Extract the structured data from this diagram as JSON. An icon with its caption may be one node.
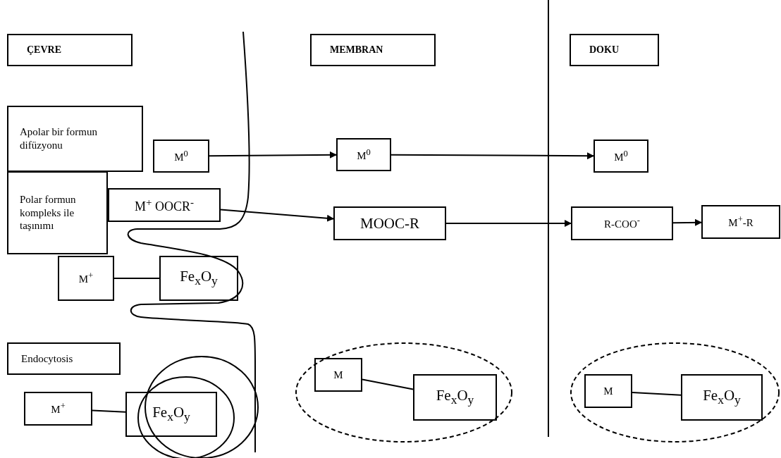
{
  "diagram": {
    "nodes": [
      {
        "text": [
          "ÇEVRE"
        ]
      },
      {
        "text": [
          "MEMBRAN"
        ]
      },
      {
        "text": [
          "DOKU"
        ]
      },
      {
        "text": [
          "Apolar bir formun difüzyonu"
        ]
      },
      {
        "text": [
          "M$^{0}$"
        ]
      },
      {
        "text": [
          "M$^{0}$"
        ]
      },
      {
        "text": [
          "M$^{0}$"
        ]
      },
      {
        "text": [
          "Polar formun kompleks ile taşınımı"
        ]
      },
      {
        "text": [
          "M$^{+}$ OOCR$^{-}$"
        ]
      },
      {
        "text": [
          "MOOC-R"
        ]
      },
      {
        "text": [
          "R-COO$^{-}$"
        ]
      },
      {
        "text": [
          "M$^{+}$-R"
        ]
      },
      {
        "text": [
          "M$^{+}$"
        ]
      },
      {
        "text": [
          "Fe$_{x}$O$_{y}$"
        ]
      },
      {
        "text": [
          "Endocytosis"
        ]
      },
      {
        "text": [
          "M$^{+}$"
        ]
      },
      {
        "text": [
          "Fe$_{x}$O$_{y}$"
        ]
      },
      {
        "text": [],
        "shape": "ellipse"
      },
      {
        "text": [
          "M"
        ],
        "in": 17
      },
      {
        "text": [
          "Fe$_{x}$O$_{y}$"
        ],
        "in": 17
      },
      {
        "text": [],
        "shape": "ellipse"
      },
      {
        "text": [
          "M"
        ],
        "in": 20
      },
      {
        "text": [
          "Fe$_{x}$O$_{y}$"
        ],
        "in": 20
      }
    ],
    "edges": [
      {
        "from": 4,
        "to": 5,
        "arrow": "to"
      },
      {
        "from": 5,
        "to": 6,
        "arrow": "to"
      },
      {
        "from": 8,
        "to": 9,
        "arrow": "to"
      },
      {
        "from": 9,
        "to": 10,
        "arrow": "to"
      },
      {
        "from": 10,
        "to": 11,
        "arrow": "to"
      },
      {
        "from": 12,
        "to": 13,
        "arrow": "none"
      },
      {
        "from": 15,
        "to": 16,
        "arrow": "none"
      },
      {
        "from": 18,
        "to": 19,
        "arrow": "none"
      },
      {
        "from": 21,
        "to": 22,
        "arrow": "none"
      }
    ]
  }
}
